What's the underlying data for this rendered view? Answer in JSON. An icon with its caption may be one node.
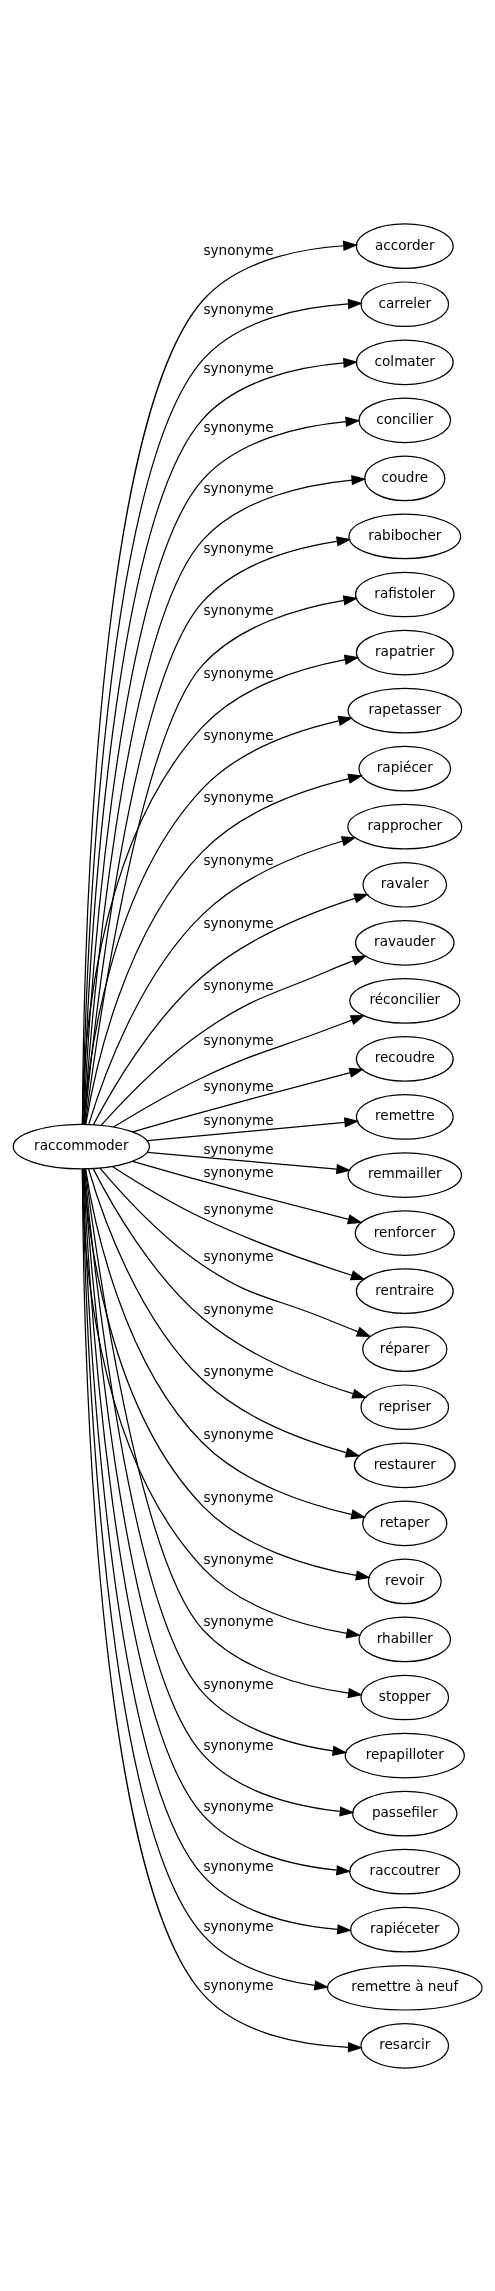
{
  "diagram": {
    "nodes": [
      {
        "text": [
          "raccommoder"
        ]
      },
      {
        "text": [
          "accorder"
        ]
      },
      {
        "text": [
          "carreler"
        ]
      },
      {
        "text": [
          "colmater"
        ]
      },
      {
        "text": [
          "concilier"
        ]
      },
      {
        "text": [
          "coudre"
        ]
      },
      {
        "text": [
          "rabibocher"
        ]
      },
      {
        "text": [
          "rafistoler"
        ]
      },
      {
        "text": [
          "rapatrier"
        ]
      },
      {
        "text": [
          "rapetasser"
        ]
      },
      {
        "text": [
          "rapiécer"
        ]
      },
      {
        "text": [
          "rapprocher"
        ]
      },
      {
        "text": [
          "ravaler"
        ]
      },
      {
        "text": [
          "ravauder"
        ]
      },
      {
        "text": [
          "réconcilier"
        ]
      },
      {
        "text": [
          "recoudre"
        ]
      },
      {
        "text": [
          "remettre"
        ]
      },
      {
        "text": [
          "remmailler"
        ]
      },
      {
        "text": [
          "renforcer"
        ]
      },
      {
        "text": [
          "rentraire"
        ]
      },
      {
        "text": [
          "réparer"
        ]
      },
      {
        "text": [
          "repriser"
        ]
      },
      {
        "text": [
          "restaurer"
        ]
      },
      {
        "text": [
          "retaper"
        ]
      },
      {
        "text": [
          "revoir"
        ]
      },
      {
        "text": [
          "rhabiller"
        ]
      },
      {
        "text": [
          "stopper"
        ]
      },
      {
        "text": [
          "repapilloter"
        ]
      },
      {
        "text": [
          "passefiler"
        ]
      },
      {
        "text": [
          "raccoutrer"
        ]
      },
      {
        "text": [
          "rapiéceter"
        ]
      },
      {
        "text": [
          "remettre à neuf"
        ]
      },
      {
        "text": [
          "resarcir"
        ]
      }
    ],
    "edges": [
      {
        "from": 0,
        "to": 1,
        "arrow": "to",
        "label": "synonyme"
      },
      {
        "from": 0,
        "to": 2,
        "arrow": "to",
        "label": "synonyme"
      },
      {
        "from": 0,
        "to": 3,
        "arrow": "to",
        "label": "synonyme"
      },
      {
        "from": 0,
        "to": 4,
        "arrow": "to",
        "label": "synonyme"
      },
      {
        "from": 0,
        "to": 5,
        "arrow": "to",
        "label": "synonyme"
      },
      {
        "from": 0,
        "to": 6,
        "arrow": "to",
        "label": "synonyme"
      },
      {
        "from": 0,
        "to": 7,
        "arrow": "to",
        "label": "synonyme"
      },
      {
        "from": 0,
        "to": 8,
        "arrow": "to",
        "label": "synonyme"
      },
      {
        "from": 0,
        "to": 9,
        "arrow": "to",
        "label": "synonyme"
      },
      {
        "from": 0,
        "to": 10,
        "arrow": "to",
        "label": "synonyme"
      },
      {
        "from": 0,
        "to": 11,
        "arrow": "to",
        "label": "synonyme"
      },
      {
        "from": 0,
        "to": 12,
        "arrow": "to",
        "label": "synonyme"
      },
      {
        "from": 0,
        "to": 13,
        "arrow": "to",
        "label": "synonyme"
      },
      {
        "from": 0,
        "to": 14,
        "arrow": "to",
        "label": "synonyme"
      },
      {
        "from": 0,
        "to": 15,
        "arrow": "to",
        "label": "synonyme"
      },
      {
        "from": 0,
        "to": 16,
        "arrow": "to",
        "label": "synonyme"
      },
      {
        "from": 0,
        "to": 17,
        "arrow": "to",
        "label": "synonyme"
      },
      {
        "from": 0,
        "to": 18,
        "arrow": "to",
        "label": "synonyme"
      },
      {
        "from": 0,
        "to": 19,
        "arrow": "to",
        "label": "synonyme"
      },
      {
        "from": 0,
        "to": 20,
        "arrow": "to",
        "label": "synonyme"
      },
      {
        "from": 0,
        "to": 21,
        "arrow": "to",
        "label": "synonyme"
      },
      {
        "from": 0,
        "to": 22,
        "arrow": "to",
        "label": "synonyme"
      },
      {
        "from": 0,
        "to": 23,
        "arrow": "to",
        "label": "synonyme"
      },
      {
        "from": 0,
        "to": 24,
        "arrow": "to",
        "label": "synonyme"
      },
      {
        "from": 0,
        "to": 25,
        "arrow": "to",
        "label": "synonyme"
      },
      {
        "from": 0,
        "to": 26,
        "arrow": "to",
        "label": "synonyme"
      },
      {
        "from": 0,
        "to": 27,
        "arrow": "to",
        "label": "synonyme"
      },
      {
        "from": 0,
        "to": 28,
        "arrow": "to",
        "label": "synonyme"
      },
      {
        "from": 0,
        "to": 29,
        "arrow": "to",
        "label": "synonyme"
      },
      {
        "from": 0,
        "to": 30,
        "arrow": "to",
        "label": "synonyme"
      },
      {
        "from": 0,
        "to": 31,
        "arrow": "to",
        "label": "synonyme"
      },
      {
        "from": 0,
        "to": 32,
        "arrow": "to",
        "label": "synonyme"
      }
    ]
  }
}
